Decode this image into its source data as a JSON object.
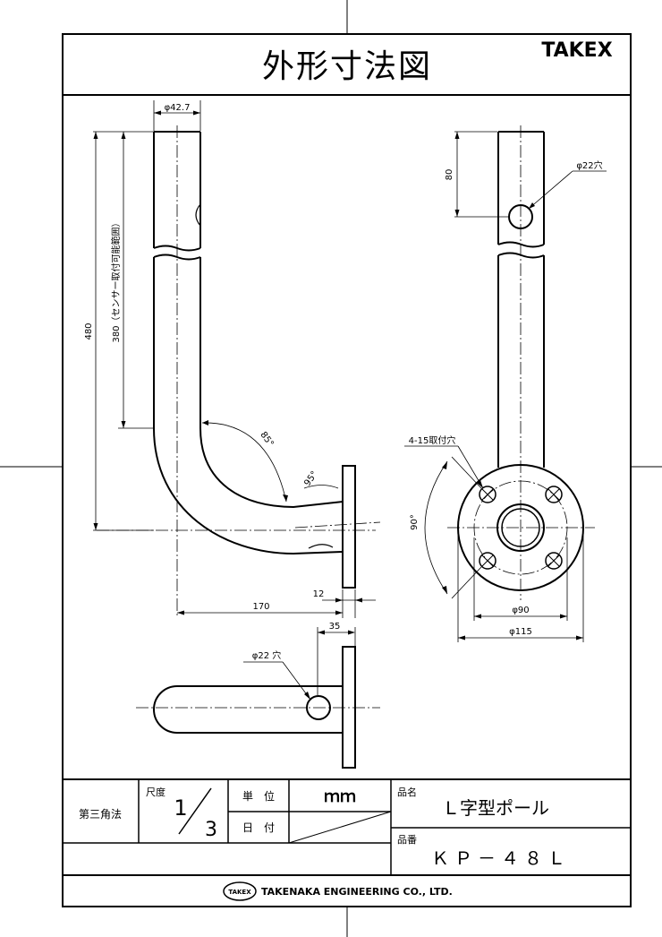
{
  "header": {
    "title": "外形寸法図",
    "brand": "TAKEX"
  },
  "side_view": {
    "dim_pipe_diameter": "φ42.7",
    "dim_total_height": "480",
    "dim_sensor_range": "380（センサー取付可能範囲）",
    "angle_bend": "85°",
    "angle_plate": "95°",
    "dim_horizontal": "170",
    "dim_plate_thickness": "12"
  },
  "front_view": {
    "dim_hole_offset": "80",
    "hole_label": "φ22穴",
    "mount_holes": "4-15取付穴",
    "angle_holes": "90°",
    "dim_pcd": "φ90",
    "dim_flange": "φ115"
  },
  "bottom_view": {
    "dim_offset": "35",
    "hole_label": "φ22 穴"
  },
  "title_block": {
    "projection": "第三角法",
    "scale_label": "尺度",
    "scale_num": "1",
    "scale_den": "3",
    "unit_label": "単　位",
    "unit_value": "ｍｍ",
    "date_label": "日　付",
    "product_name_label": "品名",
    "product_name": "Ｌ字型ポール",
    "product_code_label": "品番",
    "product_code": "ＫＰ－４８Ｌ"
  },
  "footer": {
    "logo": "TAKEX",
    "company": "TAKENAKA ENGINEERING CO., LTD."
  }
}
